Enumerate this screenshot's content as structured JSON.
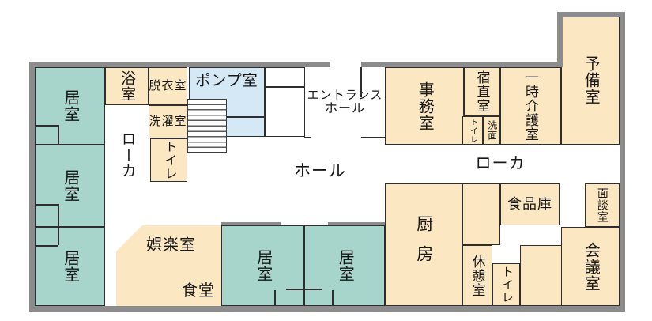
{
  "palette": {
    "room_warm": "#fbe7c2",
    "room_teal": "#a8d5cb",
    "room_blue": "#d4e8f5",
    "wall_gray": "#8c8c8c",
    "line_dark": "#2e2e2e",
    "background": "#ffffff"
  },
  "rooms": {
    "living1": {
      "label": "居室"
    },
    "living2": {
      "label": "居室"
    },
    "living3": {
      "label": "居室"
    },
    "living4": {
      "label": "居室"
    },
    "living5": {
      "label": "居室"
    },
    "bath": {
      "label": "浴室"
    },
    "undressing": {
      "label": "脱衣室"
    },
    "laundry": {
      "label": "洗濯室"
    },
    "toilet_west": {
      "label": "トイレ"
    },
    "pump": {
      "label": "ポンプ室"
    },
    "entrance_hall": {
      "line1": "エントランス",
      "line2": "ホール"
    },
    "hall": {
      "label": "ホール"
    },
    "corridor_west": {
      "label": "ローカ"
    },
    "corridor_east": {
      "label": "ローカ"
    },
    "recreation": {
      "label": "娯楽室"
    },
    "dining": {
      "label": "食堂"
    },
    "office": {
      "label": "事務室"
    },
    "night_duty": {
      "label": "宿直室"
    },
    "toilet_office": {
      "label": "トイレ"
    },
    "washbasin": {
      "label": "洗面"
    },
    "temporary_care": {
      "label": "一時介護室"
    },
    "reserve": {
      "label": "予備室"
    },
    "kitchen": {
      "label": "厨房"
    },
    "food_storage": {
      "label": "食品庫"
    },
    "break_room": {
      "label": "休憩室"
    },
    "toilet_east": {
      "label": "トイレ"
    },
    "meeting": {
      "label": "会議室"
    },
    "interview": {
      "label": "面談室"
    }
  }
}
